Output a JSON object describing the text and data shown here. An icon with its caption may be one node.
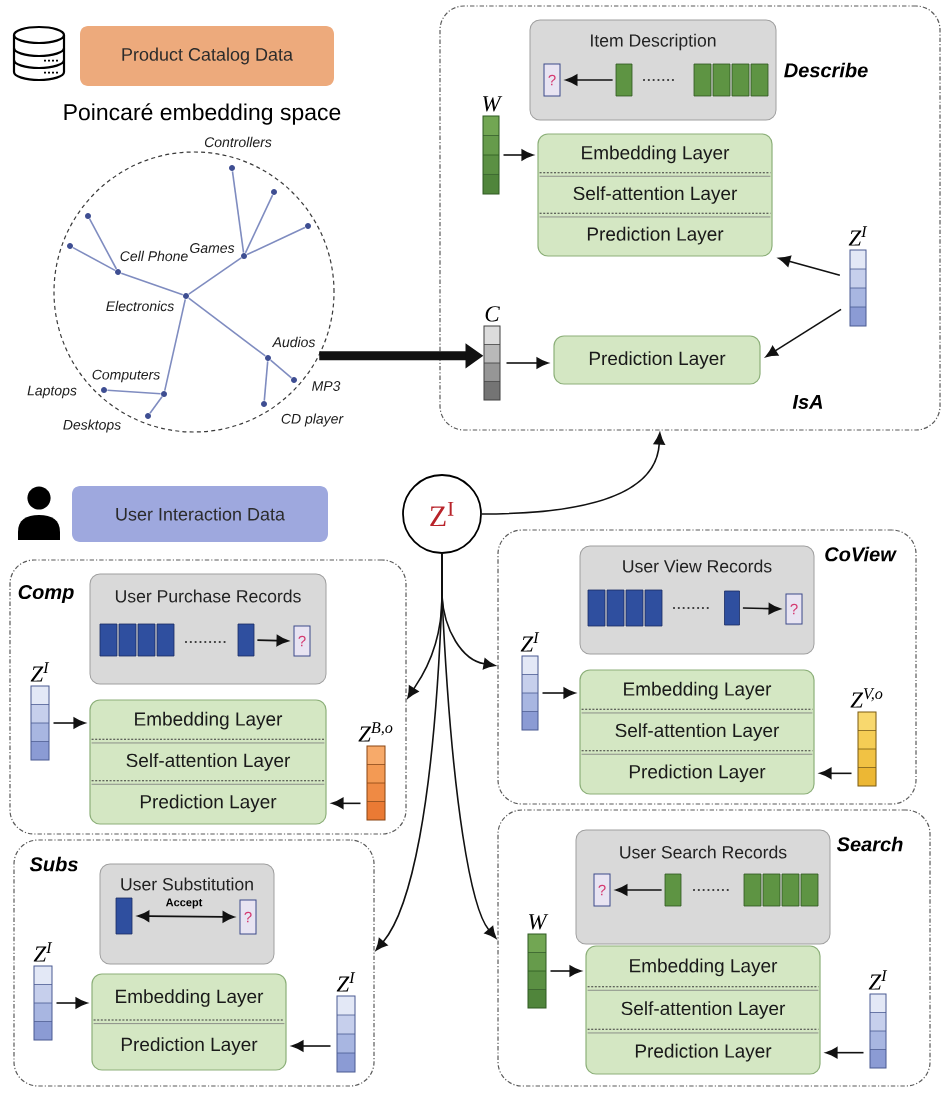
{
  "diagram": {
    "nodes": [
      {
        "text": [
          "Product Catalog Data"
        ]
      },
      {
        "text": [
          "Poincaré embedding space"
        ]
      },
      {
        "text": [
          "Controllers"
        ],
        "in": 1
      },
      {
        "text": [],
        "shape": "circle",
        "in": 1
      },
      {
        "text": [],
        "shape": "circle",
        "in": 1
      },
      {
        "text": [],
        "shape": "circle",
        "in": 1
      },
      {
        "text": [],
        "shape": "circle",
        "in": 1
      },
      {
        "text": [
          "Games"
        ],
        "in": 1
      },
      {
        "text": [
          "Cell Phone"
        ],
        "in": 1
      },
      {
        "text": [
          "Electronics"
        ],
        "in": 1
      },
      {
        "text": [
          "Audios"
        ],
        "in": 1
      },
      {
        "text": [
          "Computers"
        ],
        "in": 1
      },
      {
        "text": [
          "MP3"
        ],
        "in": 1
      },
      {
        "text": [
          "Laptops"
        ],
        "in": 1
      },
      {
        "text": [
          "CD player"
        ],
        "in": 1
      },
      {
        "text": [
          "Desktops"
        ],
        "in": 1
      },
      {
        "text": [
          "Describe",
          "IsA"
        ]
      },
      {
        "text": [
          "Item Description"
        ],
        "in": 16
      },
      {
        "text": [
          "?"
        ],
        "in": 17
      },
      {
        "text": [],
        "shape": "box",
        "in": 17
      },
      {
        "text": [
          "W"
        ],
        "in": 16
      },
      {
        "text": [
          "Embedding Layer",
          "Self-attention Layer",
          "Prediction Layer"
        ],
        "in": 16
      },
      {
        "text": [
          "Z$^{I}$"
        ],
        "in": 16
      },
      {
        "text": [
          "C"
        ],
        "in": 16
      },
      {
        "text": [
          "Prediction Layer"
        ],
        "in": 16
      },
      {
        "text": [
          "User Interaction Data"
        ]
      },
      {
        "text": [
          "Z$^{I}$"
        ]
      },
      {
        "text": [
          "Comp"
        ]
      },
      {
        "text": [
          "User Purchase Records"
        ],
        "in": 27
      },
      {
        "text": [],
        "shape": "box",
        "in": 28
      },
      {
        "text": [
          "?"
        ],
        "in": 28
      },
      {
        "text": [
          "Z$^{I}$"
        ],
        "in": 27
      },
      {
        "text": [
          "Embedding Layer",
          "Self-attention Layer",
          "Prediction Layer"
        ],
        "in": 27
      },
      {
        "text": [
          "Z$^{B,o}$"
        ],
        "in": 27
      },
      {
        "text": [
          "CoView"
        ]
      },
      {
        "text": [
          "User View Records"
        ],
        "in": 34
      },
      {
        "text": [],
        "shape": "box",
        "in": 35
      },
      {
        "text": [
          "?"
        ],
        "in": 35
      },
      {
        "text": [
          "Z$^{I}$"
        ],
        "in": 34
      },
      {
        "text": [
          "Embedding Layer",
          "Self-attention Layer",
          "Prediction Layer"
        ],
        "in": 34
      },
      {
        "text": [
          "Z$^{V,o}$"
        ],
        "in": 34
      },
      {
        "text": [
          "Subs"
        ]
      },
      {
        "text": [
          "User Substitution"
        ],
        "in": 41
      },
      {
        "text": [],
        "shape": "box",
        "in": 42
      },
      {
        "text": [
          "?"
        ],
        "in": 42
      },
      {
        "text": [
          "Z$^{I}$"
        ],
        "in": 41
      },
      {
        "text": [
          "Embedding Layer",
          "Prediction Layer"
        ],
        "in": 41
      },
      {
        "text": [
          "Z$^{I}$"
        ],
        "in": 41
      },
      {
        "text": [
          "Search"
        ]
      },
      {
        "text": [
          "User Search Records"
        ],
        "in": 48
      },
      {
        "text": [
          "?"
        ],
        "in": 49
      },
      {
        "text": [],
        "shape": "box",
        "in": 49
      },
      {
        "text": [
          "W"
        ],
        "in": 48
      },
      {
        "text": [
          "Embedding Layer",
          "Self-attention Layer",
          "Prediction Layer"
        ],
        "in": 48
      },
      {
        "text": [
          "Z$^{I}$"
        ],
        "in": 48
      }
    ],
    "edges": [
      {
        "from": 9,
        "to": 8,
        "arrow": "none",
        "color": "#7f8cc0"
      },
      {
        "from": 8,
        "to": 4,
        "arrow": "none",
        "color": "#7f8cc0"
      },
      {
        "from": 8,
        "to": 6,
        "arrow": "none",
        "color": "#7f8cc0"
      },
      {
        "from": 9,
        "to": 7,
        "arrow": "none",
        "color": "#7f8cc0"
      },
      {
        "from": 7,
        "to": 2,
        "arrow": "none",
        "color": "#7f8cc0"
      },
      {
        "from": 7,
        "to": 3,
        "arrow": "none",
        "color": "#7f8cc0"
      },
      {
        "from": 7,
        "to": 5,
        "arrow": "none",
        "color": "#7f8cc0"
      },
      {
        "from": 9,
        "to": 11,
        "arrow": "none",
        "color": "#7f8cc0"
      },
      {
        "from": 11,
        "to": 13,
        "arrow": "none",
        "color": "#7f8cc0"
      },
      {
        "from": 11,
        "to": 15,
        "arrow": "none",
        "color": "#7f8cc0"
      },
      {
        "from": 9,
        "to": 10,
        "arrow": "none",
        "color": "#7f8cc0"
      },
      {
        "from": 10,
        "to": 12,
        "arrow": "none",
        "color": "#7f8cc0"
      },
      {
        "from": 10,
        "to": 14,
        "arrow": "none",
        "color": "#7f8cc0"
      },
      {
        "from": 1,
        "to": 23,
        "arrow": "to",
        "style": "thick"
      },
      {
        "from": 19,
        "to": 18,
        "arrow": "to"
      },
      {
        "from": 20,
        "to": 21,
        "arrow": "to"
      },
      {
        "from": 22,
        "to": 21,
        "arrow": "to"
      },
      {
        "from": 22,
        "to": 24,
        "arrow": "to"
      },
      {
        "from": 23,
        "to": 24,
        "arrow": "to"
      },
      {
        "from": 26,
        "to": 16,
        "arrow": "to"
      },
      {
        "from": 26,
        "to": 27,
        "arrow": "to"
      },
      {
        "from": 26,
        "to": 34,
        "arrow": "to"
      },
      {
        "from": 26,
        "to": 41,
        "arrow": "to"
      },
      {
        "from": 26,
        "to": 48,
        "arrow": "to"
      },
      {
        "from": 29,
        "to": 30,
        "arrow": "to"
      },
      {
        "from": 31,
        "to": 32,
        "arrow": "to"
      },
      {
        "from": 33,
        "to": 32,
        "arrow": "to"
      },
      {
        "from": 36,
        "to": 37,
        "arrow": "to"
      },
      {
        "from": 38,
        "to": 39,
        "arrow": "to"
      },
      {
        "from": 40,
        "to": 39,
        "arrow": "to"
      },
      {
        "from": 43,
        "to": 44,
        "arrow": "both",
        "label": "Accept"
      },
      {
        "from": 45,
        "to": 46,
        "arrow": "to"
      },
      {
        "from": 47,
        "to": 46,
        "arrow": "to"
      },
      {
        "from": 51,
        "to": 50,
        "arrow": "to"
      },
      {
        "from": 52,
        "to": 53,
        "arrow": "to"
      },
      {
        "from": 54,
        "to": 53,
        "arrow": "to"
      }
    ]
  }
}
